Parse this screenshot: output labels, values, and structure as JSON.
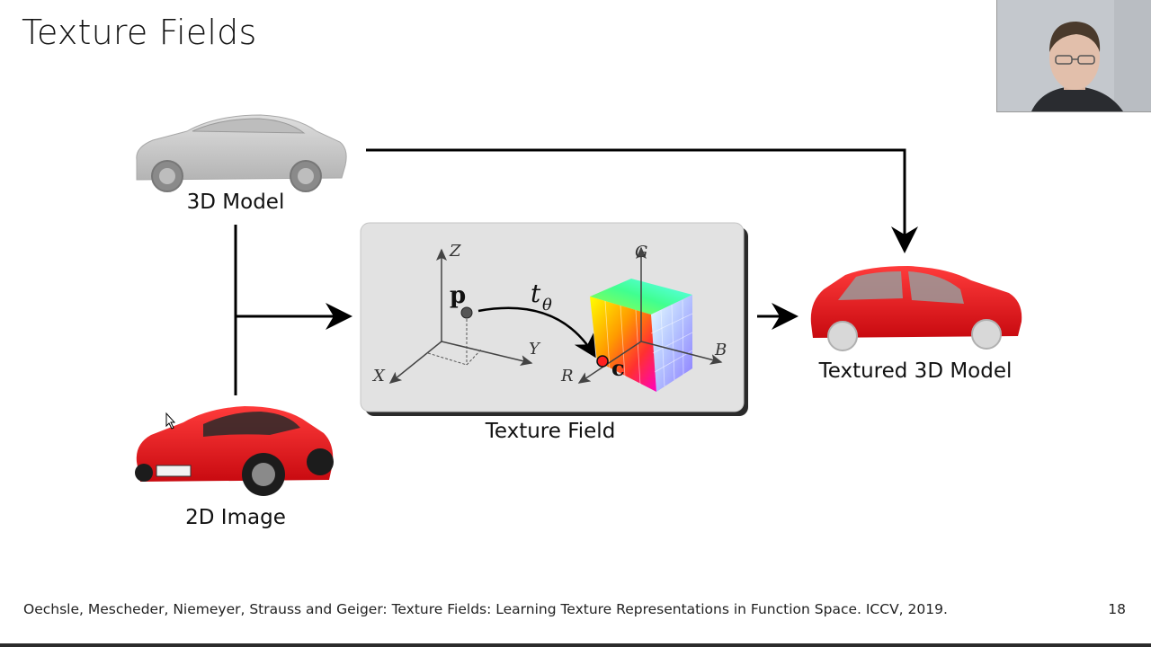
{
  "slide": {
    "title": "Texture Fields",
    "page_number": "18",
    "citation": "Oechsle, Mescheder, Niemeyer, Strauss and Geiger: Texture Fields: Learning Texture Representations in Function Space. ICCV, 2019."
  },
  "diagram": {
    "model_3d_label": "3D Model",
    "image_2d_label": "2D Image",
    "texture_field_label": "Texture Field",
    "textured_model_label": "Textured 3D Model",
    "axes_left": {
      "z": "Z",
      "x": "X",
      "y": "Y",
      "point": "p",
      "function": "t",
      "function_subscript": "θ"
    },
    "axes_right": {
      "g": "G",
      "r": "R",
      "b": "B",
      "color": "c"
    }
  },
  "colors": {
    "accent_red": "#e8101a",
    "panel_gray": "#e2e2e2",
    "gray_car": "#c9c9c9"
  }
}
